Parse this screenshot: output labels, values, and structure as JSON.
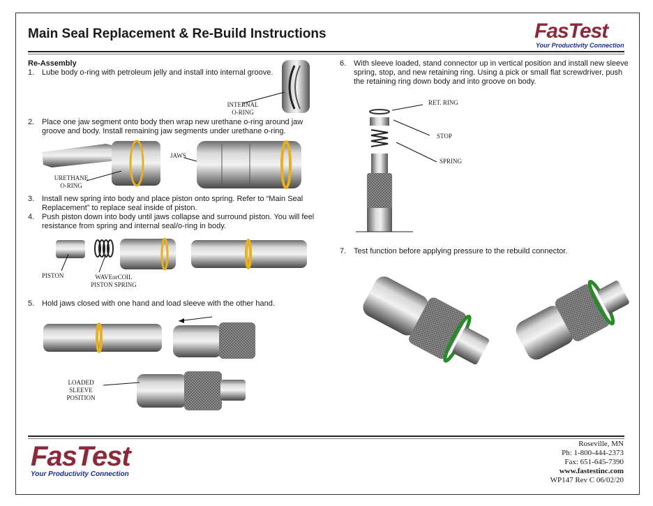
{
  "header": {
    "title": "Main Seal Replacement & Re-Build Instructions",
    "logo_text": "FasTest",
    "logo_tagline": "Your Productivity Connection"
  },
  "section": {
    "heading": "Re-Assembly"
  },
  "steps": [
    {
      "num": "1.",
      "lines": [
        "Lube body o-ring with petroleum jelly and install into internal groove."
      ]
    },
    {
      "num": "2.",
      "lines": [
        "Place one jaw segment onto body then wrap new urethane o-ring around jaw",
        "groove and body. Install remaining jaw segments under urethane o-ring."
      ]
    },
    {
      "num": "3.",
      "lines": [
        "Install new spring into body and place piston onto spring.  Refer to “Main Seal",
        "Replacement” to replace seal inside of piston."
      ]
    },
    {
      "num": "4.",
      "lines": [
        "Push piston down into body until jaws collapse and surround piston. You will feel",
        "resistance from spring and internal seal/o-ring in body."
      ]
    },
    {
      "num": "5.",
      "lines": [
        "Hold jaws closed with one hand and load sleeve with the other hand."
      ]
    },
    {
      "num": "6.",
      "lines": [
        "With sleeve loaded, stand connector up in vertical position and install new sleeve",
        "spring, stop, and new retaining ring. Using a pick or small flat screwdriver, push",
        "the retaining ring down body and into groove on body."
      ]
    },
    {
      "num": "7.",
      "lines": [
        "Test function before applying pressure to the rebuild connector."
      ]
    }
  ],
  "labels": {
    "internal_oring": [
      "INTERNAL",
      "O-RING"
    ],
    "jaws": "JAWS",
    "urethane_oring": [
      "URETHANE",
      "O-RING"
    ],
    "piston": "PISTON",
    "piston_spring": [
      "WAVEorCOIL",
      "PISTON SPRING"
    ],
    "loaded_sleeve": [
      "LOADED",
      "SLEEVE",
      "POSITION"
    ],
    "ret_ring": "RET. RING",
    "stop": "STOP",
    "spring": "SPRING"
  },
  "footer": {
    "city": "Roseville, MN",
    "phone": "Ph: 1-800-444-2373",
    "fax": "Fax: 651-645-7390",
    "web": "www.fastestinc.com",
    "doc": "WP147  Rev C     06/02/20"
  },
  "colors": {
    "brand": "#8a2a3a",
    "tagline": "#1b2f8a",
    "urethane": "#e8b020",
    "green_oring": "#2a8a2a"
  }
}
